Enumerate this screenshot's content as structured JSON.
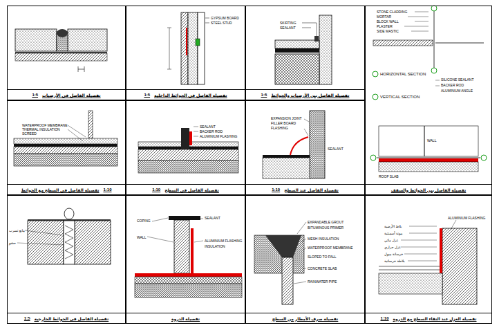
{
  "diagram": {
    "nodes": [
      {
        "text": [
          "1:5",
          "تفصيلة الفاصل في الأرضيات"
        ]
      },
      {
        "text": [
          "1:5",
          "تفصيلة الفاصل في الحوائط الداخلية"
        ]
      },
      {
        "text": [
          "1:5",
          "تفصيلة الفاصل بين الأرضيات والحوائط"
        ]
      },
      {
        "text": [
          "تفصيلة الفاصل بين الحوائط والسقف"
        ]
      },
      {
        "text": [
          "تفصيلة الفاصل في السطح مع الحوائط",
          "1:10"
        ]
      },
      {
        "text": [
          "1:10",
          "تفصيلة الفاصل في السطح"
        ]
      },
      {
        "text": [
          "1:10",
          "تفصيلة الفاصل عند السطح"
        ]
      },
      {
        "text": [
          "1:5",
          "تفصيلة الفاصل في الحوائط الخارجية"
        ]
      },
      {
        "text": [
          "تفصيلة الدروة"
        ]
      },
      {
        "text": [
          "تفصيلة صرف الأمطار من السطح"
        ]
      },
      {
        "text": [
          "1:10",
          "تفصيلة العزل عند التقاء السطح مع الدروة"
        ]
      }
    ],
    "labels": [
      "HORIZONTAL SECTION",
      "VERTICAL SECTION",
      "STONE CLADDING",
      "MORTAR",
      "BLOCK WALL",
      "PLASTER",
      "SIDE MASTIC",
      "SILICONE SEALANT",
      "BACKER ROD",
      "ALUMINIUM ANGLE",
      "WALL",
      "ROOF SLAB",
      "WATERPROOF MEMBRANE",
      "THERMAL INSULATION",
      "SCREED",
      "SEALANT",
      "BACKER ROD",
      "ALUMINIUM FLASHING",
      "EXPANSION JOINT",
      "FILLER BOARD",
      "FLASHING",
      "SEALANT",
      "COPING",
      "WALL",
      "SEALANT",
      "ALUMINIUM FLASHING",
      "INSULATION",
      "EXPANDABLE GROUT",
      "BITUMINOUS PRIMER",
      "MESH INSULATION",
      "WATERPROOF MEMBRANE",
      "SLOPED TO FALL",
      "CONCRETE SLAB",
      "RAINWATER PIPE",
      "بلاط الأرضية",
      "مونة أسمنتية",
      "عزل مائي",
      "عزل حراري",
      "خرسانة ميول",
      "بلاطة خرسانية",
      "ALUMINIUM FLASHING",
      "مانع تسرب",
      "حشو",
      "GYPSUM BOARD",
      "STEEL STUD",
      "SKIRTING",
      "SEALANT"
    ]
  }
}
